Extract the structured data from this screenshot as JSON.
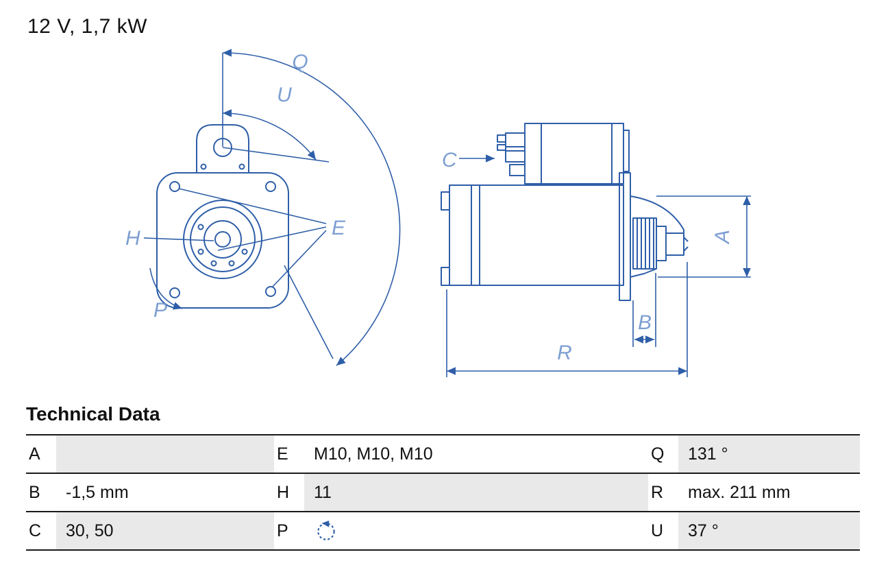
{
  "title": "12 V, 1,7 kW",
  "diagram": {
    "line_color": "#2e5ea8",
    "label_color": "#7d9fd2",
    "front_labels": {
      "q": "Q",
      "u": "U",
      "h": "H",
      "e": "E",
      "p": "P"
    },
    "side_labels": {
      "c": "C",
      "a": "A",
      "b": "B",
      "r": "R"
    }
  },
  "table": {
    "heading": "Technical Data",
    "p_icon": "rotation-ccw-icon",
    "rows": [
      [
        {
          "k": "A",
          "v": ""
        },
        {
          "k": "E",
          "v": "M10, M10, M10"
        },
        {
          "k": "Q",
          "v": "131 °"
        }
      ],
      [
        {
          "k": "B",
          "v": "-1,5 mm"
        },
        {
          "k": "H",
          "v": "11"
        },
        {
          "k": "R",
          "v": "max. 211 mm"
        }
      ],
      [
        {
          "k": "C",
          "v": "30, 50"
        },
        {
          "k": "P",
          "v": ""
        },
        {
          "k": "U",
          "v": "37 °"
        }
      ]
    ]
  }
}
